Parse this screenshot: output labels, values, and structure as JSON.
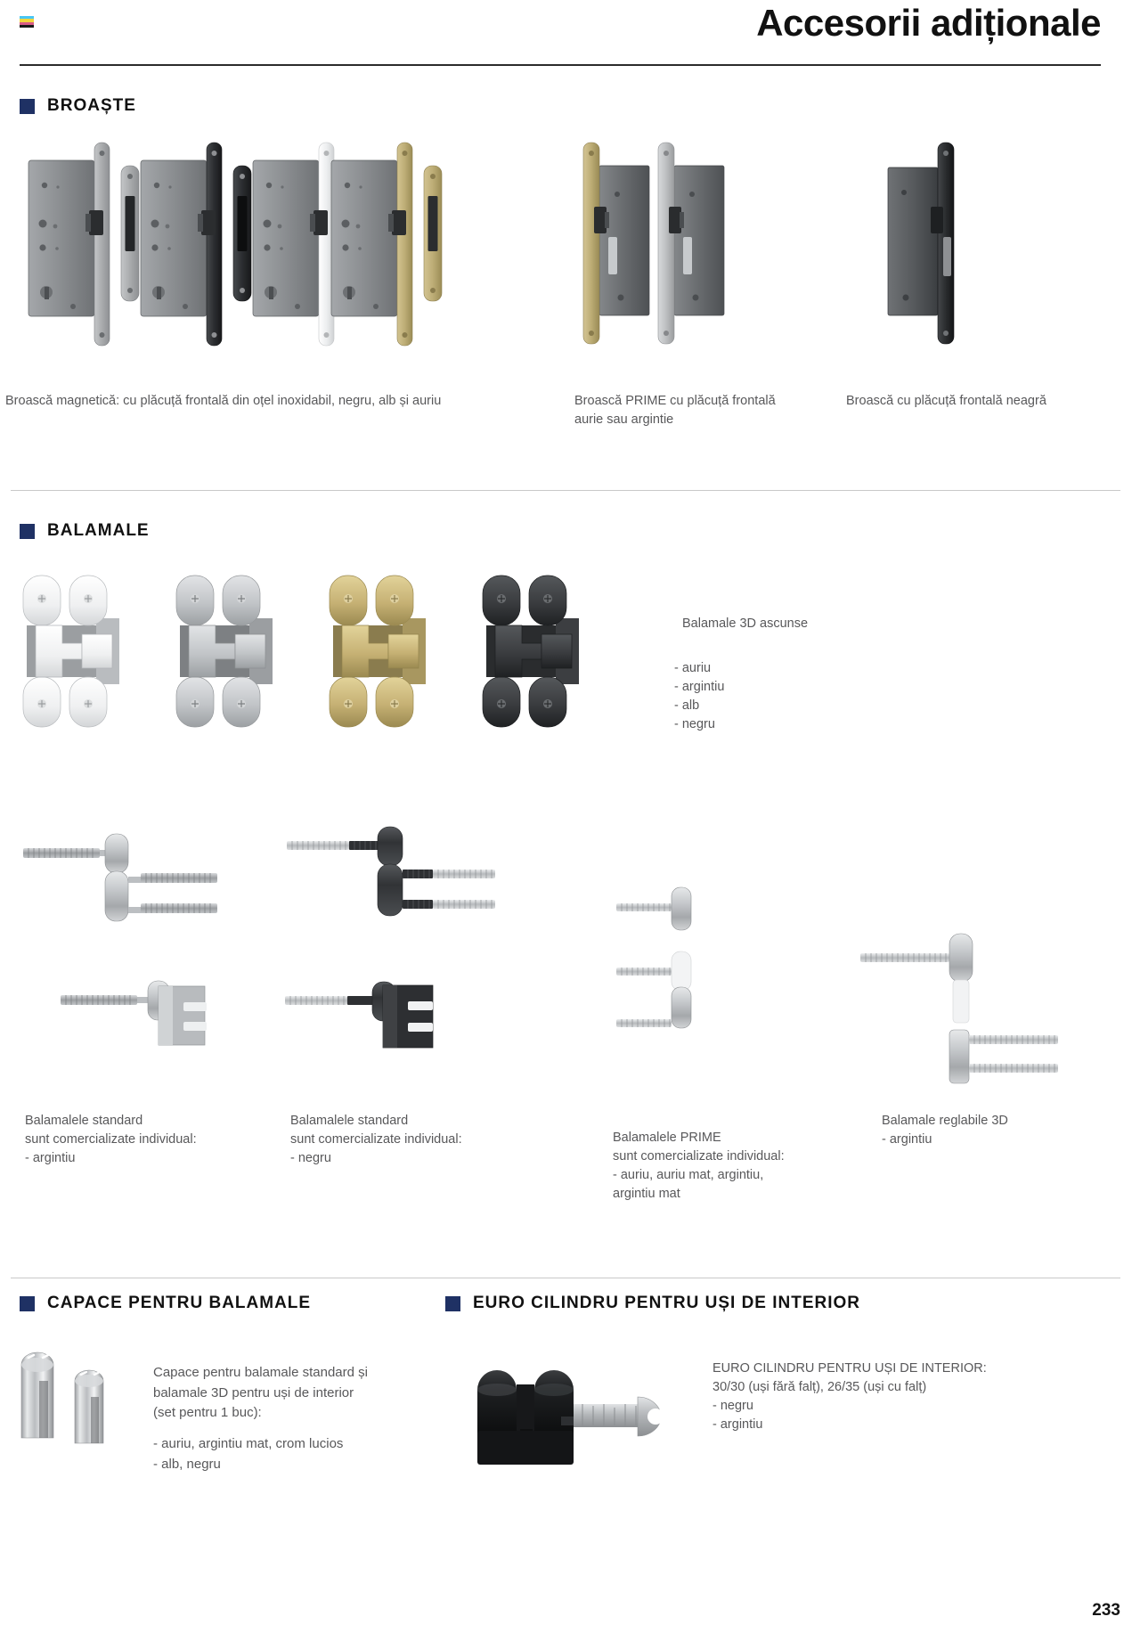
{
  "page": {
    "title": "Accesorii adiționale",
    "number": "233",
    "accent_color": "#1f3164",
    "rule_color": "#2b2b2b",
    "caption_color": "#58585a"
  },
  "registration_bar": {
    "name": "cmyk-registration-bar",
    "colors": [
      "#49c7f5",
      "#f2d53c",
      "#d95b86",
      "#1a1a1a"
    ]
  },
  "sections": {
    "locks": {
      "heading": "BROAȘTE",
      "captions": [
        "Broască magnetică: cu plăcuță frontală din oțel inoxidabil, negru, alb și auriu",
        "Broască PRIME cu plăcuță frontală\naurie sau argintie",
        "Broască cu plăcuță frontală neagră"
      ],
      "products": [
        {
          "name": "magnetic-lock-inox",
          "body": "#8e9093",
          "plate": "#a6a8aa",
          "tongue": "#2b2b2e"
        },
        {
          "name": "magnetic-lock-black",
          "body": "#77797c",
          "plate": "#2e2f31",
          "tongue": "#1d1e20"
        },
        {
          "name": "magnetic-lock-white",
          "body": "#8e9093",
          "plate": "#eceef0",
          "tongue": "#2b2b2e"
        },
        {
          "name": "magnetic-lock-gold",
          "body": "#8e9093",
          "plate": "#bdae79",
          "tongue": "#2b2b2e"
        },
        {
          "name": "prime-lock-gold",
          "body": "#6c6e70",
          "plate": "#bfae72",
          "tongue": "#2b2b2e"
        },
        {
          "name": "prime-lock-silver",
          "body": "#6c6e70",
          "plate": "#c3c5c7",
          "tongue": "#2b2b2e"
        },
        {
          "name": "lock-black-faceplate",
          "body": "#56585a",
          "plate": "#2a2b2d",
          "tongue": "#131416"
        }
      ]
    },
    "hinges": {
      "heading": "BALAMALE",
      "concealed": {
        "title": "Balamale 3D ascunse",
        "finishes": [
          "- auriu",
          "- argintiu",
          "- alb",
          "- negru"
        ],
        "items": [
          {
            "name": "concealed-hinge-white",
            "color": "#f1f2f2",
            "shade": "#c9cbcc"
          },
          {
            "name": "concealed-hinge-silver",
            "color": "#c5c7c9",
            "shade": "#94979a"
          },
          {
            "name": "concealed-hinge-gold",
            "color": "#c9b472",
            "shade": "#9c8a50"
          },
          {
            "name": "concealed-hinge-black",
            "color": "#3a3c3f",
            "shade": "#222427"
          }
        ]
      },
      "standard": [
        {
          "name": "standard-hinge-silver",
          "caption": "Balamalele standard\nsunt comercializate individual:\n- argintiu",
          "color": "#b9bcbf"
        },
        {
          "name": "standard-hinge-black",
          "caption": "Balamalele standard\nsunt comercializate individual:\n- negru",
          "color": "#2f3134"
        },
        {
          "name": "prime-hinge",
          "caption": "Balamalele PRIME\nsunt comercializate individual:\n- auriu, auriu mat, argintiu,\nargintiu mat",
          "color": "#b9bcbf"
        },
        {
          "name": "adjustable-3d-hinge",
          "caption": "Balamale reglabile 3D\n- argintiu",
          "color": "#c2c5c8"
        }
      ]
    },
    "caps": {
      "heading": "CAPACE PENTRU BALAMALE",
      "caption_main": "Capace pentru balamale standard și\nbalamale 3D pentru uși de interior\n(set pentru 1 buc):",
      "caption_finishes": "- auriu, argintiu mat, crom lucios\n- alb, negru",
      "product_name": "hinge-cap-chrome"
    },
    "cylinder": {
      "heading": "EURO CILINDRU PENTRU UȘI DE INTERIOR",
      "caption": "EURO CILINDRU PENTRU UȘI DE INTERIOR:\n30/30 (uși fără falț), 26/35 (uși cu falț)\n- negru\n- argintiu",
      "product_name": "euro-cylinder-black",
      "body_color": "#1b1c1e",
      "key_color": "#b9bcbf"
    }
  }
}
